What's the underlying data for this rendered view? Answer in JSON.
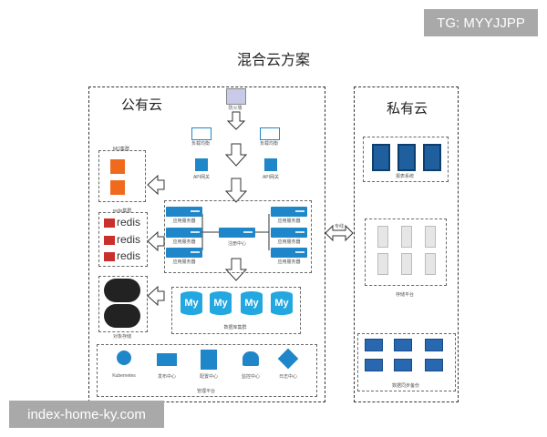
{
  "watermark_top": "TG: MYYJJPP",
  "watermark_bottom": "index-home-ky.com",
  "title": "混合云方案",
  "public_cloud": "公有云",
  "private_cloud": "私有云",
  "labels": {
    "firewall": "防火墙",
    "lb1": "负载均衡",
    "lb2": "负载均衡",
    "api1": "API网关",
    "api2": "API网关",
    "mq": "MQ集群",
    "redis_cluster": "redis集群",
    "app_left": [
      "应用服务器",
      "应用服务器",
      "应用服务器"
    ],
    "app_right": [
      "应用服务器",
      "应用服务器",
      "应用服务器"
    ],
    "registry": "注册中心",
    "db_cluster": "数据库集群",
    "file_storage": "对象存储",
    "k8s": "Kubernetes",
    "deploy": "发布中心",
    "config": "配置中心",
    "monitor": "监控中心",
    "log": "日志中心",
    "mgmt_platform": "管理平台",
    "report": "报表系统",
    "storage_platform": "存储平台",
    "sync": "数据同步备份",
    "link": "专线"
  },
  "redis_items": [
    "redis",
    "redis",
    "redis"
  ],
  "db_items": [
    "My",
    "My",
    "My",
    "My"
  ]
}
